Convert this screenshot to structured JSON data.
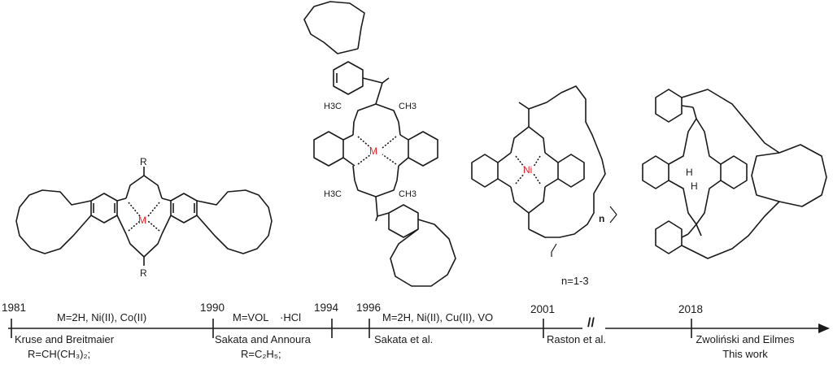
{
  "structures": {
    "s1981": {
      "metal": "M",
      "substituent_top": "R",
      "substituent_bottom": "R"
    },
    "s1990": {
      "metal": "M",
      "methyl_labels": [
        "H3C",
        "CH3",
        "H3C",
        "CH3"
      ]
    },
    "s2001": {
      "metal": "Ni",
      "repeat_index": "n",
      "n_note": "n=1-3"
    },
    "s2018": {
      "h_labels": [
        "H",
        "H"
      ]
    }
  },
  "timeline": {
    "years": [
      "1981",
      "1990",
      "1994",
      "1996",
      "2001",
      "2018"
    ],
    "break_mark": "//",
    "entries": {
      "e1981": {
        "above": "M=2H, Ni(II), Co(II)",
        "below1": "Kruse and Breitmaier",
        "below2": "R=CH(CH₃)₂;"
      },
      "e1990": {
        "above_a": "M=VOL",
        "above_b": "·HCl",
        "below1": "Sakata and Annoura",
        "below2": "R=C₂H₅;"
      },
      "e1996": {
        "above": "M=2H, Ni(II), Cu(II), VO",
        "below1": "Sakata et al."
      },
      "e2001": {
        "below1": "Raston et al."
      },
      "e2018": {
        "below1": "Zwoliński and Eilmes",
        "below2": "This work"
      }
    }
  },
  "colors": {
    "oxygen": "#e8242c",
    "nitrogen": "#3a4fa0",
    "metal": "#e8242c",
    "bond": "#1a1a1a"
  }
}
